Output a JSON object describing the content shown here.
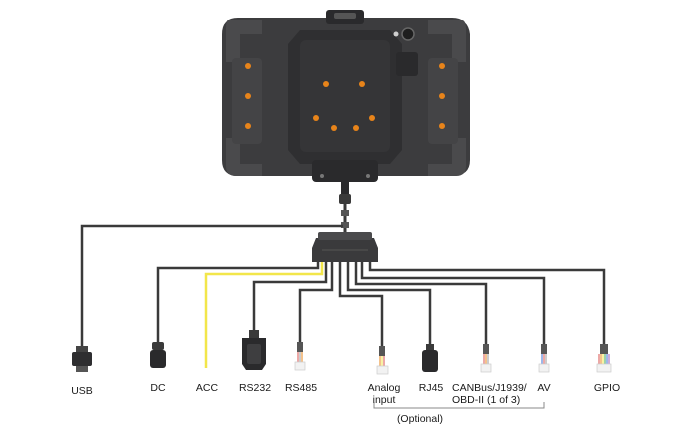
{
  "diagram": {
    "connectors": {
      "usb": "USB",
      "dc": "DC",
      "acc": "ACC",
      "rs232": "RS232",
      "rs485": "RS485",
      "analog_input": "Analog input",
      "rj45": "RJ45",
      "canbus": "CANBus/J1939/ OBD-II (1 of 3)",
      "av": "AV",
      "gpio": "GPIO"
    },
    "optional_note": "(Optional)",
    "colors": {
      "tablet_body": "#3a3a3c",
      "tablet_dark": "#2a2a2c",
      "accent_orange": "#e8841a",
      "cable_dark": "#3a3a3a",
      "acc_wire": "#f2e64a",
      "bracket": "#888888"
    }
  }
}
